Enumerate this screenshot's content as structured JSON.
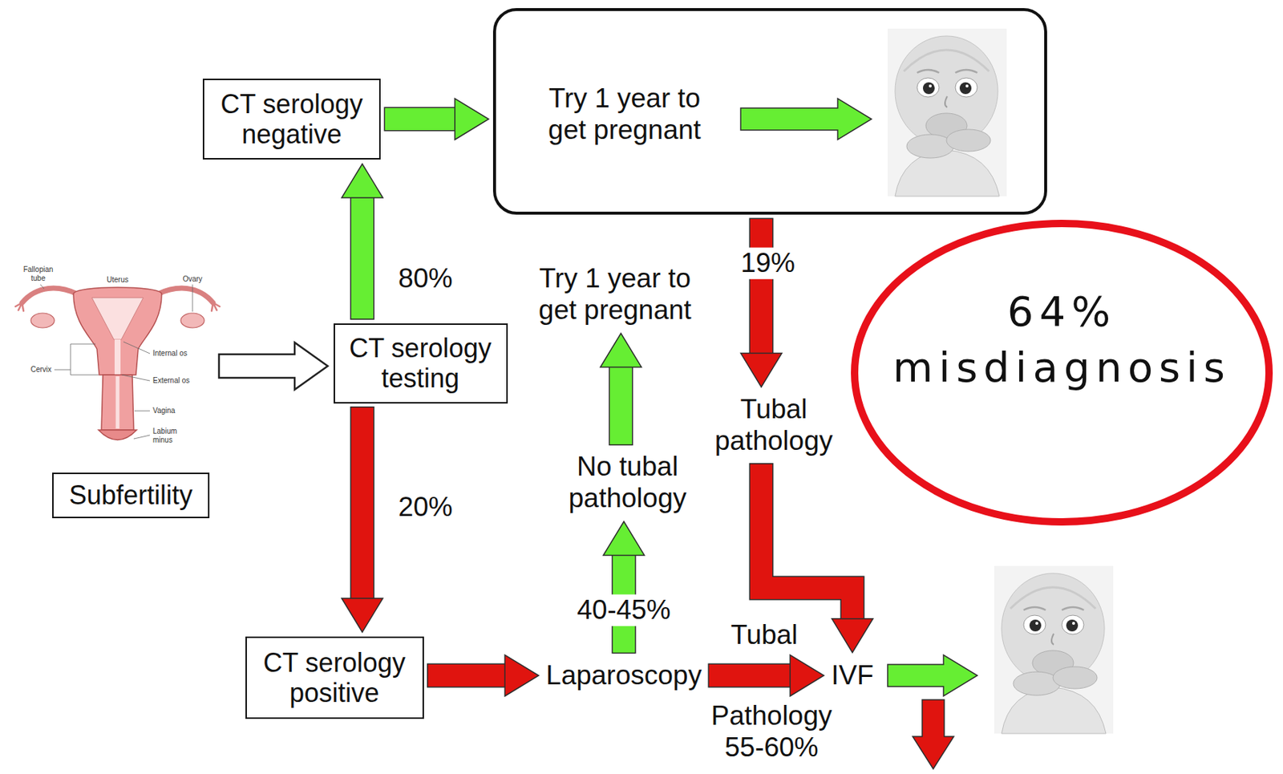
{
  "diagram": {
    "nodes": [
      {
        "text": [
          "Subfertility"
        ]
      },
      {
        "text": [
          "CT serology testing"
        ]
      },
      {
        "text": [
          "CT serology negative"
        ]
      },
      {
        "text": [
          "Try 1 year to get pregnant"
        ]
      },
      {
        "text": [
          "CT serology positive"
        ]
      },
      {
        "text": [
          "Laparoscopy"
        ]
      },
      {
        "text": [
          "IVF"
        ]
      },
      {
        "text": [
          "No tubal pathology"
        ]
      },
      {
        "text": [
          "Try 1 year to get pregnant"
        ]
      },
      {
        "text": [
          "Tubal pathology"
        ]
      },
      {
        "text": [
          "64% misdiagnosis"
        ]
      }
    ],
    "edges": [
      {
        "from": 1,
        "to": 2,
        "arrow": "to",
        "label": "80%"
      },
      {
        "from": 1,
        "to": 4,
        "arrow": "to",
        "label": "20%"
      },
      {
        "from": 2,
        "to": 3,
        "arrow": "to"
      },
      {
        "from": 4,
        "to": 5,
        "arrow": "to"
      },
      {
        "from": 5,
        "to": 7,
        "arrow": "to",
        "label": "40-45%"
      },
      {
        "from": 7,
        "to": 8,
        "arrow": "to"
      },
      {
        "from": 3,
        "to": 9,
        "arrow": "to",
        "label": "19%"
      },
      {
        "from": 9,
        "to": 6,
        "arrow": "to"
      },
      {
        "from": 5,
        "to": 6,
        "arrow": "to",
        "label": "Tubal"
      }
    ],
    "labels": [
      "Fallopian tube",
      "Uterus",
      "Ovary",
      "Internal os",
      "Cervix",
      "External os",
      "Vagina",
      "Labium minus",
      "Pathology 55-60%"
    ]
  }
}
